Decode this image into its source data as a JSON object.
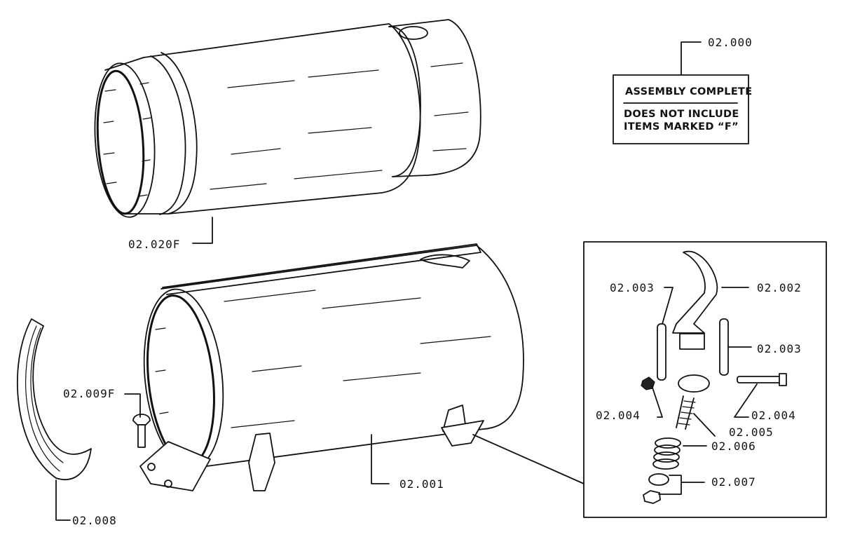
{
  "callouts": {
    "assembly": "02.000",
    "upper_cylinder": "02.020F",
    "lower_cylinder": "02.001",
    "bolt": "02.009F",
    "band": "02.008",
    "bracket": "02.002",
    "strap_left": "02.003",
    "strap_right": "02.003",
    "nut": "02.004",
    "long_bolt": "02.004",
    "screw": "02.005",
    "spring": "02.006",
    "washers": "02.007"
  },
  "note": {
    "title": "ASSEMBLY COMPLETE",
    "line1": "DOES NOT INCLUDE",
    "line2": "ITEMS MARKED “F”"
  },
  "icons": [
    "cylinder-drawing",
    "band-drawing",
    "bracket-drawing",
    "spring-drawing"
  ]
}
